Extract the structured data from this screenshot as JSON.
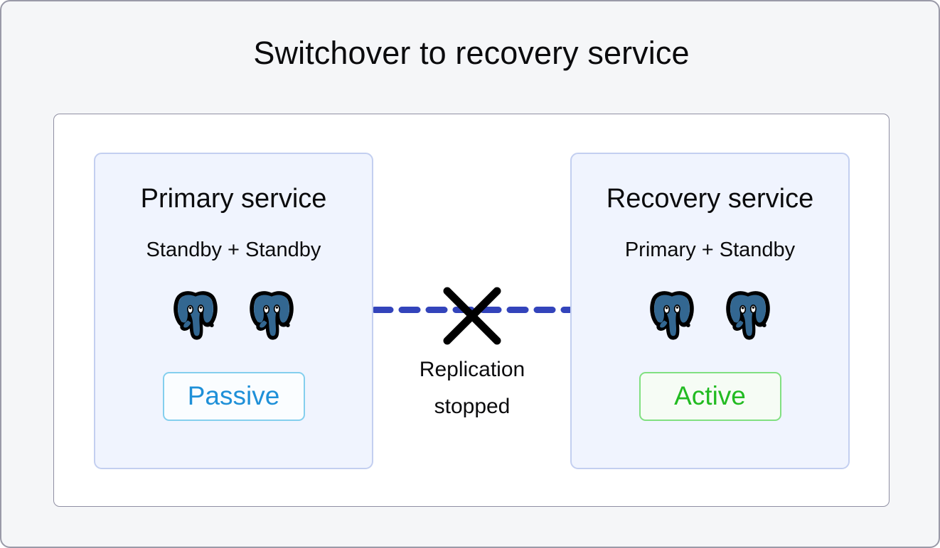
{
  "title": "Switchover to recovery service",
  "colors": {
    "page_background": "#f5f6f8",
    "page_border": "#9a9aa8",
    "card_background": "#ffffff",
    "card_border": "#8f8fa3",
    "panel_background": "#f0f4fe",
    "panel_border": "#c3cff0",
    "replication_line": "#3344bb",
    "cross_mark": "#000000",
    "passive_text": "#1e90d8",
    "passive_border": "#84cfee",
    "active_text": "#22bb22",
    "active_border": "#81e081",
    "postgres_logo": "#336791"
  },
  "panels": [
    {
      "id": "primary",
      "title": "Primary service",
      "subtitle": "Standby + Standby",
      "nodes": [
        {
          "icon": "postgresql-elephant-icon",
          "role": "Standby"
        },
        {
          "icon": "postgresql-elephant-icon",
          "role": "Standby"
        }
      ],
      "status": "Passive",
      "status_state": "passive"
    },
    {
      "id": "recovery",
      "title": "Recovery service",
      "subtitle": "Primary + Standby",
      "nodes": [
        {
          "icon": "postgresql-elephant-icon",
          "role": "Primary"
        },
        {
          "icon": "postgresql-elephant-icon",
          "role": "Standby"
        }
      ],
      "status": "Active",
      "status_state": "active"
    }
  ],
  "connector": {
    "style": "dashed",
    "icon": "cross-icon",
    "caption_line1": "Replication",
    "caption_line2": "stopped"
  }
}
